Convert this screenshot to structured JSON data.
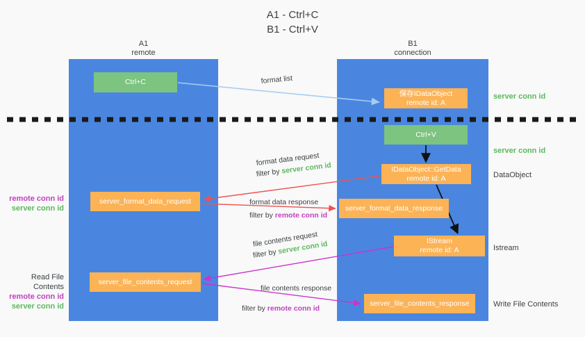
{
  "title": {
    "line1": "A1 - Ctrl+C",
    "line2": "B1 - Ctrl+V"
  },
  "columns": [
    {
      "name": "A1",
      "sub": "remote"
    },
    {
      "name": "B1",
      "sub": "connection"
    }
  ],
  "nodes": {
    "ctrl_c": {
      "label": "Ctrl+C",
      "color": "#7cc47f"
    },
    "save_idataobject": {
      "line1": "保存IDataObject",
      "line2": "remote id: A",
      "color": "#fcb356"
    },
    "ctrl_v": {
      "label": "Ctrl+V",
      "color": "#7cc47f"
    },
    "getdata": {
      "line1": "IDataObject::GetData",
      "line2": "remote id: A",
      "color": "#fcb356"
    },
    "server_format_data_request": {
      "label": "server_format_data_request",
      "color": "#fcb356"
    },
    "server_format_data_response": {
      "label": "server_format_data_response",
      "color": "#fcb356"
    },
    "istream": {
      "line1": "IStream",
      "line2": "remote id: A",
      "color": "#fcb356"
    },
    "server_file_contents_request": {
      "label": "server_file_contents_request",
      "color": "#fcb356"
    },
    "server_file_contents_response": {
      "label": "server_file_contents_response",
      "color": "#fcb356"
    }
  },
  "edge_labels": {
    "format_list": "format list",
    "format_data_request": "format data request",
    "format_data_request_filter_prefix": "filter by ",
    "format_data_request_filter_key": "server conn id",
    "format_data_response": "format data response",
    "format_data_response_filter_prefix": "filter by ",
    "format_data_response_filter_key": "remote conn id",
    "file_contents_request": "file contents request",
    "file_contents_request_filter_prefix": "filter by ",
    "file_contents_request_filter_key": "server conn id",
    "file_contents_response": "file contents response",
    "file_contents_response_filter_prefix": "filter by ",
    "file_contents_response_filter_key": "remote conn id"
  },
  "right_notes": {
    "server_conn_id_1": "server conn id",
    "server_conn_id_2": "server conn id",
    "dataobject": "DataObject",
    "istream": "Istream",
    "write_file_contents": "Write File Contents"
  },
  "left_notes": {
    "group1": {
      "remote": "remote conn id",
      "server": "server conn id"
    },
    "group2": {
      "heading": "Read File Contents",
      "remote": "remote conn id",
      "server": "server conn id"
    }
  },
  "colors": {
    "lane": "#4a86e0",
    "green_node": "#7cc47f",
    "orange_node": "#fcb356",
    "remote_key": "#c040c0",
    "server_key": "#5bb85f",
    "format_list_arrow": "#a8cdf0",
    "format_data_arrow": "#ef5350",
    "file_contents_arrow": "#cc33cc",
    "flow_arrow": "#000000",
    "background": "#f9f9f9",
    "divider": "#1a1a1a"
  }
}
